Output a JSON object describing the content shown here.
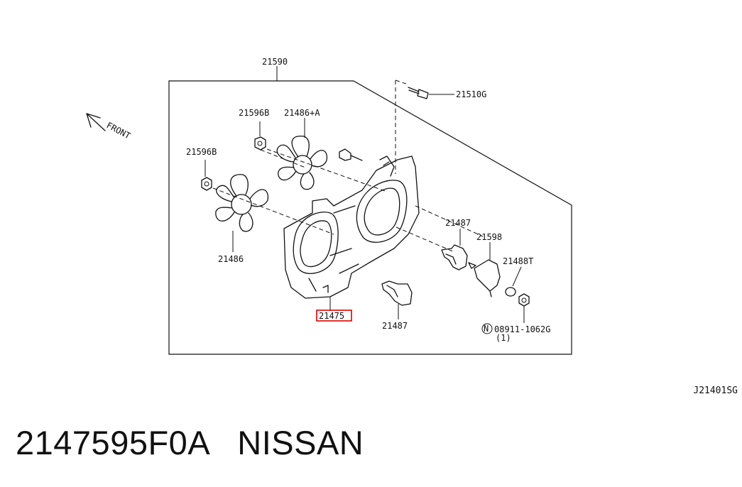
{
  "labels": {
    "assembly": "21590",
    "bolt": "21510G",
    "nut_upper": "21596B",
    "fan_upper": "21486+A",
    "nut_left": "21596B",
    "fan_lower": "21486",
    "shroud": "21475",
    "motor_upper": "21487",
    "bracket": "21598",
    "ring": "21488T",
    "motor_lower": "21487",
    "nut_part": "08911-1062G",
    "nut_part_prefix": "N",
    "nut_qty": "(1)"
  },
  "front_label": "FRONT",
  "diagram_code": "J21401SG",
  "caption": "2147595F0A   NISSAN",
  "highlight_color": "#e00000"
}
